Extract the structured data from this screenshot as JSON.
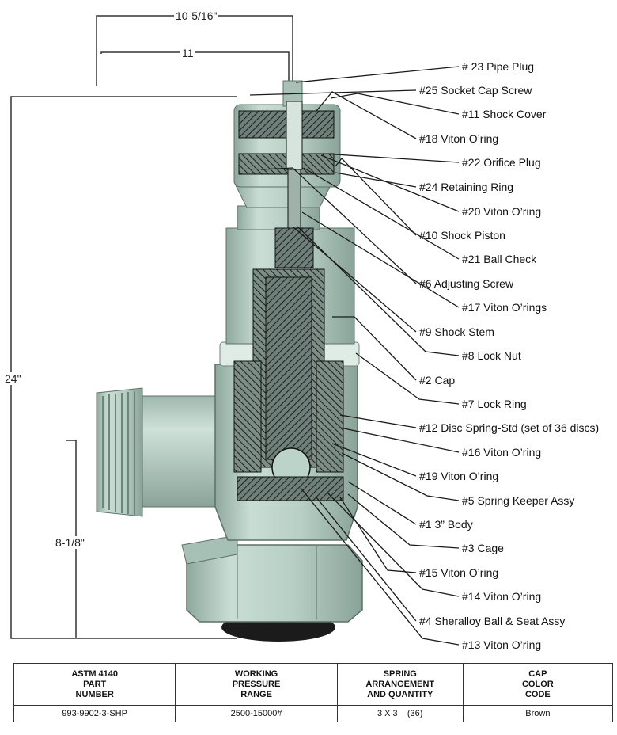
{
  "dimensions": {
    "top_outer": "10-5/16\"",
    "top_inner": "11",
    "height": "24\"",
    "lower": "8-1/8\""
  },
  "callouts": [
    "# 23 Pipe Plug",
    "#25 Socket Cap Screw",
    "#11 Shock Cover",
    "#18 Viton O’ring",
    "#22 Orifice Plug",
    "#24 Retaining Ring",
    "#20 Viton O’ring",
    "#10 Shock Piston",
    "#21 Ball Check",
    "#6 Adjusting Screw",
    "#17 Viton O’rings",
    "#9 Shock Stem",
    "#8 Lock Nut",
    "#2 Cap",
    "#7 Lock Ring",
    "#12 Disc Spring-Std (set of 36 discs)",
    "#16 Viton O’ring",
    "#19 Viton O’ring",
    "#5 Spring Keeper Assy",
    "#1 3” Body",
    "#3 Cage",
    "#15 Viton O’ring",
    "#14 Viton O’ring",
    "#4 Sheralloy Ball & Seat Assy",
    "#13 Viton O’ring"
  ],
  "table": {
    "headers": [
      "ASTM 4140\nPART\nNUMBER",
      "WORKING\nPRESSURE\nRANGE",
      "SPRING\nARRANGEMENT\nAND QUANTITY",
      "CAP\nCOLOR\nCODE"
    ],
    "row": [
      "993-9902-3-SHP",
      "2500-15000#",
      "3 X 3    (36)",
      "Brown"
    ]
  },
  "colors": {
    "valve_body": "#b7cfc5",
    "valve_shadow": "#8fa99e",
    "section_fill": "#6f7f79",
    "hatch": "#1e2422",
    "leader": "#1a1a1a"
  }
}
